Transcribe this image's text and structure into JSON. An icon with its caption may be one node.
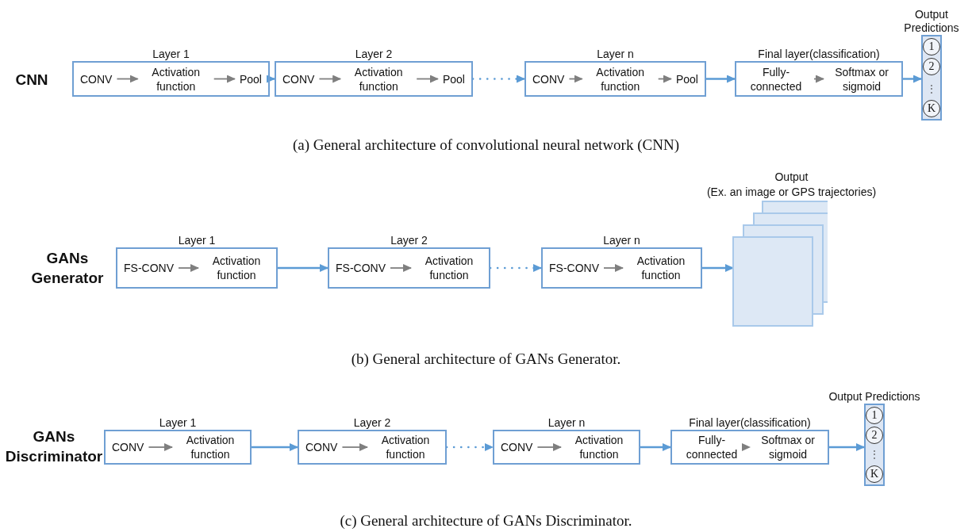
{
  "diagram": {
    "nodes": [
      {
        "text": [
          "Layer 1"
        ]
      },
      {
        "text": [
          "CONV"
        ],
        "in": 0
      },
      {
        "text": [
          "Activation function"
        ],
        "in": 0
      },
      {
        "text": [
          "Pool"
        ],
        "in": 0
      },
      {
        "text": [
          "Layer 2"
        ]
      },
      {
        "text": [
          "CONV"
        ],
        "in": 4
      },
      {
        "text": [
          "Activation function"
        ],
        "in": 4
      },
      {
        "text": [
          "Pool"
        ],
        "in": 4
      },
      {
        "text": [
          "Layer n"
        ]
      },
      {
        "text": [
          "CONV"
        ],
        "in": 8
      },
      {
        "text": [
          "Activation function"
        ],
        "in": 8
      },
      {
        "text": [
          "Pool"
        ],
        "in": 8
      },
      {
        "text": [
          "Final layer(classification)"
        ]
      },
      {
        "text": [
          "Fully-connected"
        ],
        "in": 12
      },
      {
        "text": [
          "Softmax or sigmoid"
        ],
        "in": 12
      },
      {
        "text": [
          "Output Predictions"
        ]
      },
      {
        "text": [
          "1"
        ],
        "in": 15
      },
      {
        "text": [
          "2"
        ],
        "in": 15
      },
      {
        "text": [
          "K"
        ],
        "in": 15
      },
      {
        "text": [
          "Layer 1"
        ]
      },
      {
        "text": [
          "FS-CONV"
        ],
        "in": 19
      },
      {
        "text": [
          "Activation function"
        ],
        "in": 19
      },
      {
        "text": [
          "Layer 2"
        ]
      },
      {
        "text": [
          "FS-CONV"
        ],
        "in": 22
      },
      {
        "text": [
          "Activation function"
        ],
        "in": 22
      },
      {
        "text": [
          "Layer n"
        ]
      },
      {
        "text": [
          "FS-CONV"
        ],
        "in": 25
      },
      {
        "text": [
          "Activation function"
        ],
        "in": 25
      },
      {
        "text": [
          "Output",
          "(Ex. an image or GPS trajectories)"
        ]
      },
      {
        "text": [
          "Layer 1"
        ]
      },
      {
        "text": [
          "CONV"
        ],
        "in": 29
      },
      {
        "text": [
          "Activation function"
        ],
        "in": 29
      },
      {
        "text": [
          "Layer 2"
        ]
      },
      {
        "text": [
          "CONV"
        ],
        "in": 32
      },
      {
        "text": [
          "Activation function"
        ],
        "in": 32
      },
      {
        "text": [
          "Layer n"
        ]
      },
      {
        "text": [
          "CONV"
        ],
        "in": 35
      },
      {
        "text": [
          "Activation function"
        ],
        "in": 35
      },
      {
        "text": [
          "Final layer(classification)"
        ]
      },
      {
        "text": [
          "Fully-connected"
        ],
        "in": 38
      },
      {
        "text": [
          "Softmax or sigmoid"
        ],
        "in": 38
      },
      {
        "text": [
          "Output Predictions"
        ]
      },
      {
        "text": [
          "1"
        ],
        "in": 41
      },
      {
        "text": [
          "2"
        ],
        "in": 41
      },
      {
        "text": [
          "K"
        ],
        "in": 41
      }
    ],
    "edges": [
      {
        "from": 1,
        "to": 2,
        "arrow": "to"
      },
      {
        "from": 2,
        "to": 3,
        "arrow": "to"
      },
      {
        "from": 0,
        "to": 4,
        "arrow": "to",
        "color": "#5b9bd5"
      },
      {
        "from": 5,
        "to": 6,
        "arrow": "to"
      },
      {
        "from": 6,
        "to": 7,
        "arrow": "to"
      },
      {
        "from": 4,
        "to": 8,
        "arrow": "to",
        "style": "dashed",
        "color": "#5b9bd5"
      },
      {
        "from": 9,
        "to": 10,
        "arrow": "to"
      },
      {
        "from": 10,
        "to": 11,
        "arrow": "to"
      },
      {
        "from": 8,
        "to": 12,
        "arrow": "to",
        "color": "#5b9bd5"
      },
      {
        "from": 13,
        "to": 14,
        "arrow": "to"
      },
      {
        "from": 12,
        "to": 15,
        "arrow": "to",
        "color": "#5b9bd5"
      },
      {
        "from": 20,
        "to": 21,
        "arrow": "to"
      },
      {
        "from": 19,
        "to": 22,
        "arrow": "to",
        "color": "#5b9bd5"
      },
      {
        "from": 23,
        "to": 24,
        "arrow": "to"
      },
      {
        "from": 22,
        "to": 25,
        "arrow": "to",
        "style": "dashed",
        "color": "#5b9bd5"
      },
      {
        "from": 26,
        "to": 27,
        "arrow": "to"
      },
      {
        "from": 25,
        "to": 28,
        "arrow": "to",
        "color": "#5b9bd5"
      },
      {
        "from": 30,
        "to": 31,
        "arrow": "to"
      },
      {
        "from": 29,
        "to": 32,
        "arrow": "to",
        "color": "#5b9bd5"
      },
      {
        "from": 33,
        "to": 34,
        "arrow": "to"
      },
      {
        "from": 32,
        "to": 35,
        "arrow": "to",
        "style": "dashed",
        "color": "#5b9bd5"
      },
      {
        "from": 36,
        "to": 37,
        "arrow": "to"
      },
      {
        "from": 35,
        "to": 38,
        "arrow": "to",
        "color": "#5b9bd5"
      },
      {
        "from": 39,
        "to": 40,
        "arrow": "to"
      },
      {
        "from": 38,
        "to": 41,
        "arrow": "to",
        "color": "#5b9bd5"
      }
    ],
    "labels": [
      "CNN",
      "⋮",
      "(a) General architecture of convolutional neural network (CNN)",
      "GANs Generator",
      "(b) General architecture of GANs Generator.",
      "GANs Discriminator",
      "⋮",
      "(c) General architecture of GANs Discriminator."
    ]
  }
}
